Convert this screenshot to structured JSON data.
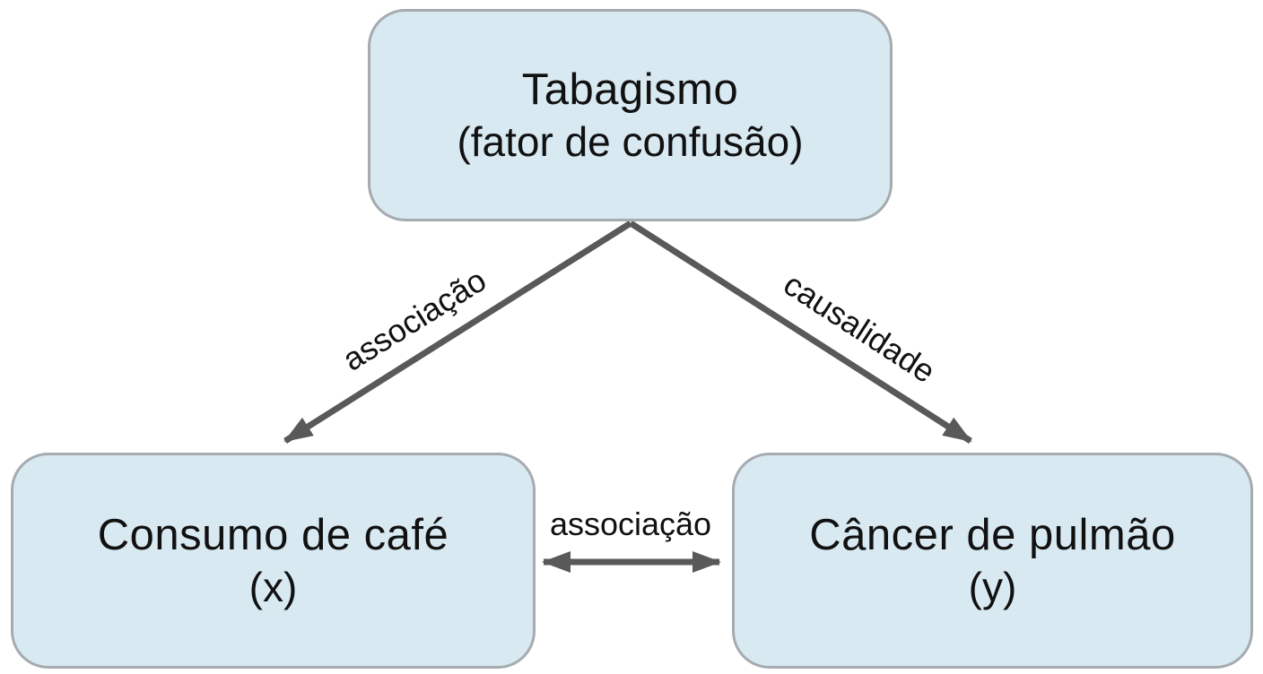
{
  "diagram": {
    "type": "confounding-factor-diagram",
    "colors": {
      "background": "#ffffff",
      "node_fill": "#d8e9f2",
      "node_border": "#a6abaf",
      "arrow": "#595959",
      "text": "#111111"
    },
    "nodes": {
      "confounder": {
        "title": "Tabagismo",
        "subtitle": "(fator de confusão)"
      },
      "x": {
        "title": "Consumo de café",
        "subtitle": "(x)"
      },
      "y": {
        "title": "Câncer de pulmão",
        "subtitle": "(y)"
      }
    },
    "edges": {
      "confounder_to_x": {
        "label": "associação",
        "direction": "one-way",
        "from": "confounder",
        "to": "x"
      },
      "confounder_to_y": {
        "label": "causalidade",
        "direction": "one-way",
        "from": "confounder",
        "to": "y"
      },
      "x_to_y": {
        "label": "associação",
        "direction": "two-way",
        "from": "x",
        "to": "y"
      }
    }
  }
}
